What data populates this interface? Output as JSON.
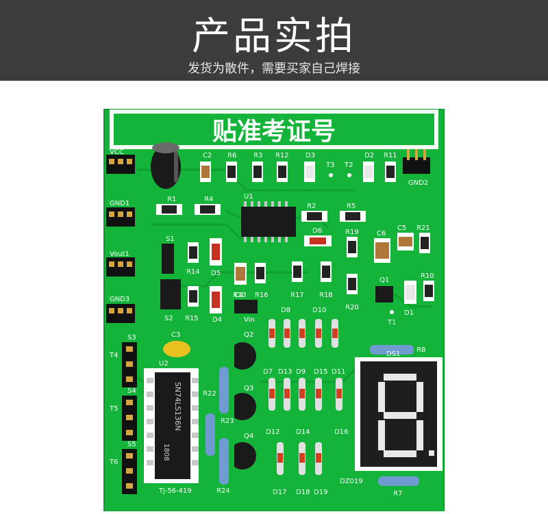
{
  "banner": {
    "title": "产品实拍",
    "subtitle": "发货为散件，需要买家自己焊接"
  },
  "board": {
    "title": "贴准考证号",
    "colors": {
      "pcb": "#14b43a",
      "pcb_dark": "#0f9a30",
      "silk": "#ffffff",
      "banner_bg": "#3c3c3c"
    },
    "headers": [
      "VCC",
      "GND1",
      "Vout1",
      "GND3",
      "GND2"
    ],
    "headers_v": [
      "S3",
      "T4",
      "S4",
      "T5",
      "S5",
      "T6"
    ],
    "top_row": [
      "C2",
      "R6",
      "R3",
      "R12",
      "D3",
      "T3",
      "T2",
      "D2",
      "R11"
    ],
    "row2": [
      "R1",
      "R4",
      "U1",
      "R2",
      "R5"
    ],
    "row3": [
      "S1",
      "D6",
      "R19",
      "C6",
      "C5",
      "R21"
    ],
    "row4": [
      "R14",
      "D5",
      "R16",
      "R13",
      "R17",
      "R18",
      "Q1",
      "R10"
    ],
    "row5": [
      "S2",
      "R15",
      "D4",
      "C4",
      "Vin",
      "R20",
      "D1",
      "T1"
    ],
    "diodes_top": [
      "D8",
      "D10",
      "D7",
      "D13",
      "D9",
      "D15",
      "D11"
    ],
    "diodes_mid": [
      "D12",
      "D14",
      "D16"
    ],
    "diodes_bot": [
      "D17",
      "D18",
      "D19"
    ],
    "misc": [
      "C3",
      "U2",
      "Q2",
      "Q3",
      "Q4",
      "R22",
      "R23",
      "R24",
      "R8",
      "DS1",
      "DZ019",
      "R7"
    ],
    "ic_u2_text": [
      "SN74LS136N",
      "1808"
    ],
    "ic_u1_text": "U1",
    "footer_id": "TJ-56-419"
  }
}
